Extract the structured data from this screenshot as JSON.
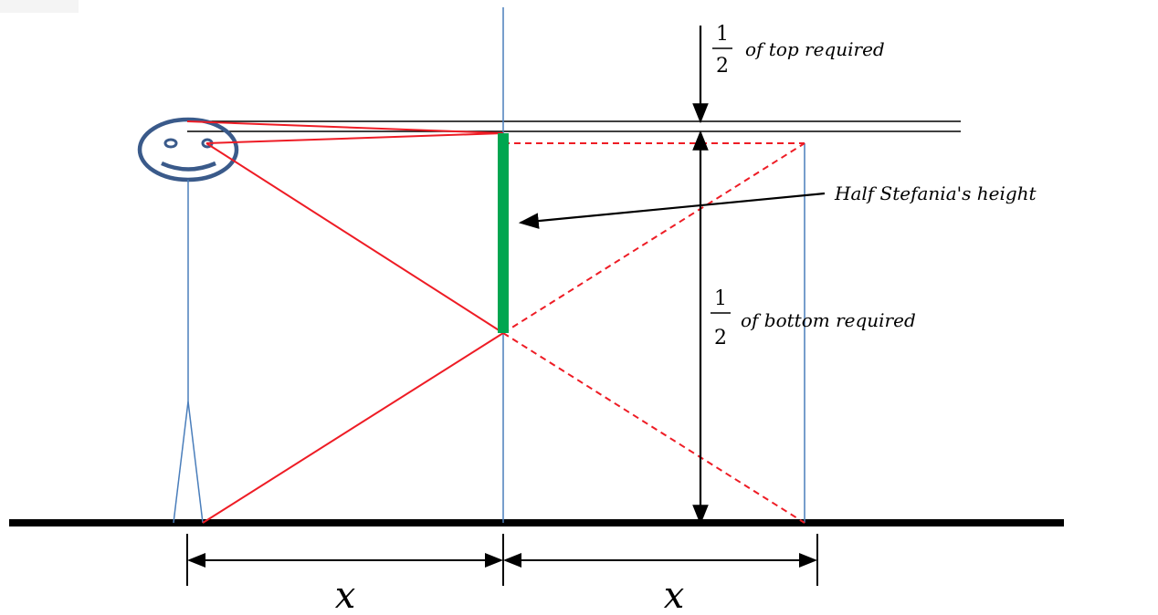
{
  "labels": {
    "top_fraction": {
      "numerator": "1",
      "denominator": "2",
      "text": "of top required"
    },
    "bottom_fraction": {
      "numerator": "1",
      "denominator": "2",
      "text": "of bottom required"
    },
    "half_height": "Half Stefania's height",
    "distance_left": "x",
    "distance_right": "x"
  },
  "colors": {
    "sight_lines": "#ee1c25",
    "mirror": "#00a650",
    "guides": "#4a7ebb",
    "figure": "#3a5a8a",
    "ink": "#000000"
  }
}
